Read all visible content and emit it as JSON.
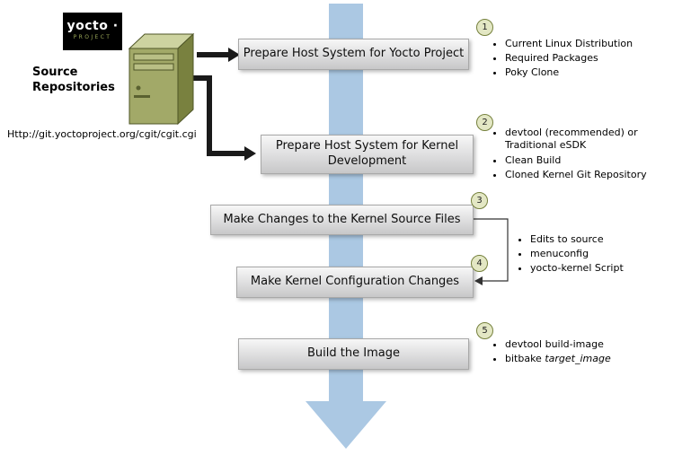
{
  "logo": {
    "brand": "yocto ·",
    "sub": "PROJECT"
  },
  "source": {
    "title": "Source Repositories",
    "url": "Http://git.yoctoproject.org/cgit/cgit.cgi"
  },
  "steps": [
    {
      "num": "1",
      "label": "Prepare Host System for Yocto Project",
      "bullets": [
        "Current Linux Distribution",
        "Required Packages",
        "Poky Clone"
      ]
    },
    {
      "num": "2",
      "label": "Prepare Host System for Kernel Development",
      "bullets": [
        "devtool (recommended) or Traditional eSDK",
        "Clean Build",
        "Cloned Kernel Git Repository"
      ]
    },
    {
      "num": "3",
      "label": "Make Changes to the Kernel Source Files"
    },
    {
      "num": "4",
      "label": "Make Kernel Configuration Changes"
    },
    {
      "num": "5",
      "label": "Build the Image",
      "bullets": [
        "devtool build-image"
      ],
      "bullet2_prefix": "bitbake ",
      "bullet2_italic": "target_image"
    }
  ],
  "shared_bullets": [
    "Edits to source",
    "menuconfig",
    "yocto-kernel Script"
  ],
  "colors": {
    "flow_arrow_blue": "#abc8e3",
    "step_box_top": "#f7f7f7",
    "step_box_bottom": "#c7c7c8",
    "circle_fill": "#e3e7c4",
    "circle_border": "#75803c",
    "server_green": "#a2a968",
    "logo_background": "#000000",
    "connector_black": "#1a1a1a"
  }
}
